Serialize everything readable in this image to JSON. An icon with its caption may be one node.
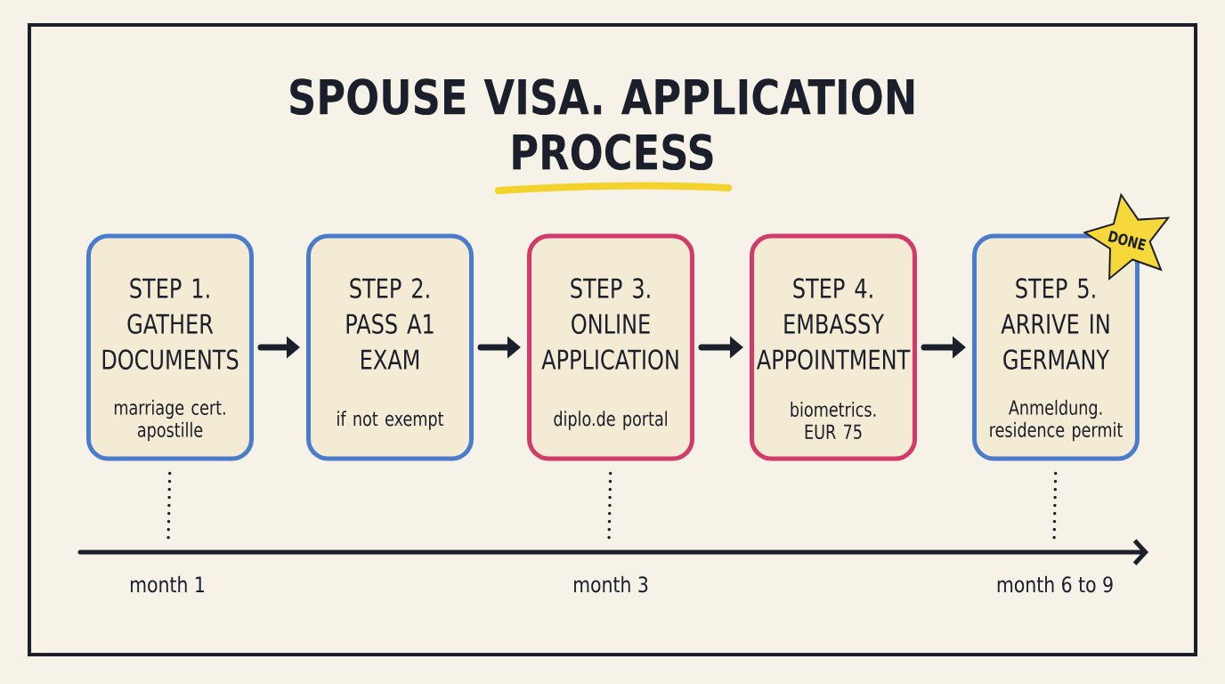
{
  "diagram": {
    "title": "SPOUSE VISA. APPLICATION PROCESS",
    "nodes": [
      {
        "text": [
          "STEP 1. GATHER DOCUMENTS",
          "marriage cert. apostille"
        ]
      },
      {
        "text": [
          "STEP 2. PASS A1 EXAM",
          "if not exempt"
        ]
      },
      {
        "text": [
          "STEP 3. ONLINE APPLICATION",
          "diplo.de portal"
        ]
      },
      {
        "text": [
          "STEP 4. EMBASSY APPOINTMENT",
          "biometrics. EUR 75"
        ]
      },
      {
        "text": [
          "STEP 5. ARRIVE IN GERMANY",
          "Anmeldung. residence permit"
        ]
      },
      {
        "text": [
          "DONE"
        ]
      }
    ],
    "edges": [
      {
        "from": 0,
        "to": 1,
        "arrow": "to"
      },
      {
        "from": 1,
        "to": 2,
        "arrow": "to"
      },
      {
        "from": 2,
        "to": 3,
        "arrow": "to"
      },
      {
        "from": 3,
        "to": 4,
        "arrow": "to"
      },
      {
        "from": 0,
        "to": null,
        "arrow": "none",
        "style": "dashed"
      },
      {
        "from": 2,
        "to": null,
        "arrow": "none",
        "style": "dashed"
      },
      {
        "from": 4,
        "to": null,
        "arrow": "none",
        "style": "dashed"
      }
    ],
    "labels": [
      "month 1",
      "month 3",
      "month 6 to 9"
    ]
  }
}
